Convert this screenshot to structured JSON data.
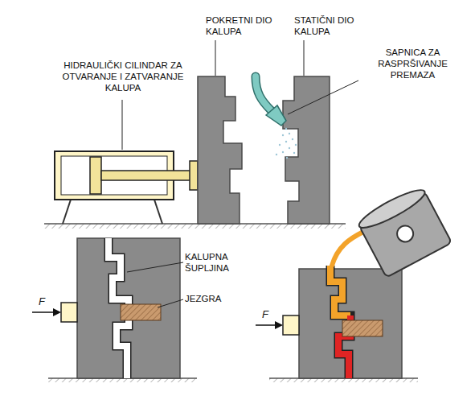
{
  "diagram": {
    "labels": [
      "HIDRAULIČKI CILINDAR ZA OTVARANJE I ZATVARANJE KALUPA",
      "POKRETNI DIO KALUPA",
      "STATIČNI DIO KALUPA",
      "SAPNICA ZA RASPRŠIVANJE PREMAZA",
      "KALUPNA ŠUPLJINA",
      "JEZGRA",
      "F",
      "F"
    ]
  }
}
